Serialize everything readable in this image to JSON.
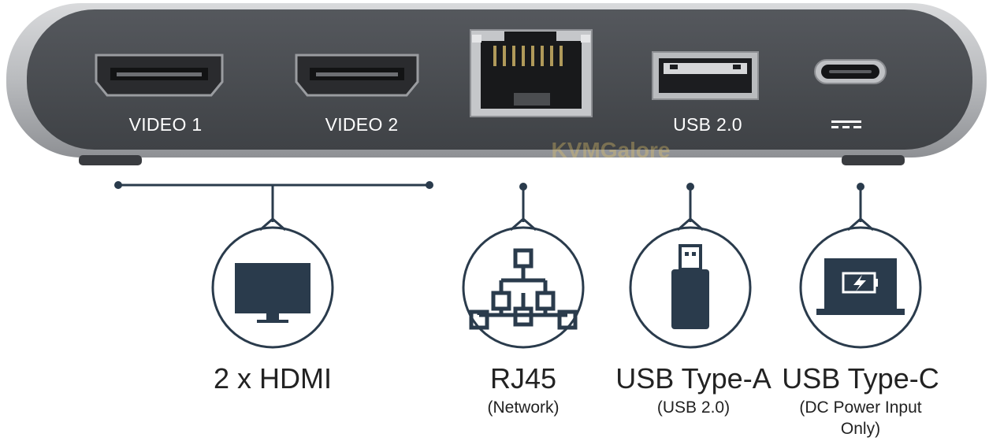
{
  "device": {
    "ports": [
      {
        "id": "video1",
        "label": "VIDEO 1",
        "type": "hdmi"
      },
      {
        "id": "video2",
        "label": "VIDEO 2",
        "type": "hdmi"
      },
      {
        "id": "rj45",
        "label": "",
        "type": "ethernet"
      },
      {
        "id": "usb2",
        "label": "USB 2.0",
        "type": "usb-a"
      },
      {
        "id": "usbc",
        "label": "",
        "type": "usb-c",
        "symbol": "dc-power-symbol"
      }
    ],
    "watermark": "KVMGalore"
  },
  "callouts": [
    {
      "id": "hdmi",
      "icon": "monitor-icon",
      "title": "2 x HDMI",
      "subtitle": []
    },
    {
      "id": "rj45",
      "icon": "network-icon",
      "title": "RJ45",
      "subtitle": [
        "(Network)"
      ]
    },
    {
      "id": "usba",
      "icon": "usb-drive-icon",
      "title": "USB Type-A",
      "subtitle": [
        "(USB 2.0)"
      ]
    },
    {
      "id": "usbc",
      "icon": "laptop-charging-icon",
      "title": "USB Type-C",
      "subtitle": [
        "(DC Power Input",
        "Only)"
      ]
    }
  ],
  "colors": {
    "body": "#4a4d52",
    "frame": "#c4c6c9",
    "icon_stroke": "#2a3b4c",
    "icon_fill": "#2a3b4c",
    "text": "#222222"
  }
}
